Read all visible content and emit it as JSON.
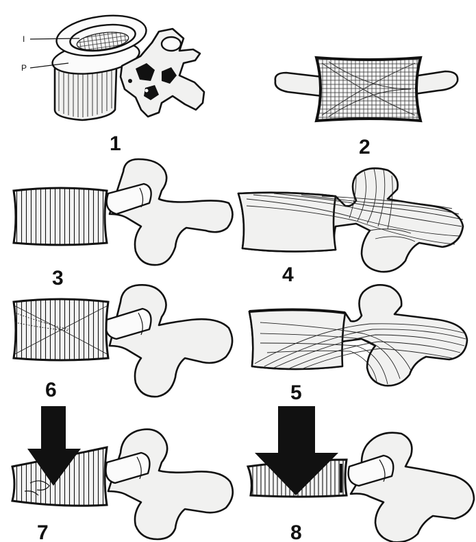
{
  "figure": {
    "panel_labels": [
      "1",
      "2",
      "3",
      "4",
      "5",
      "6",
      "7",
      "8"
    ],
    "panel1_labels": {
      "upper": "I",
      "lower": "P"
    }
  }
}
